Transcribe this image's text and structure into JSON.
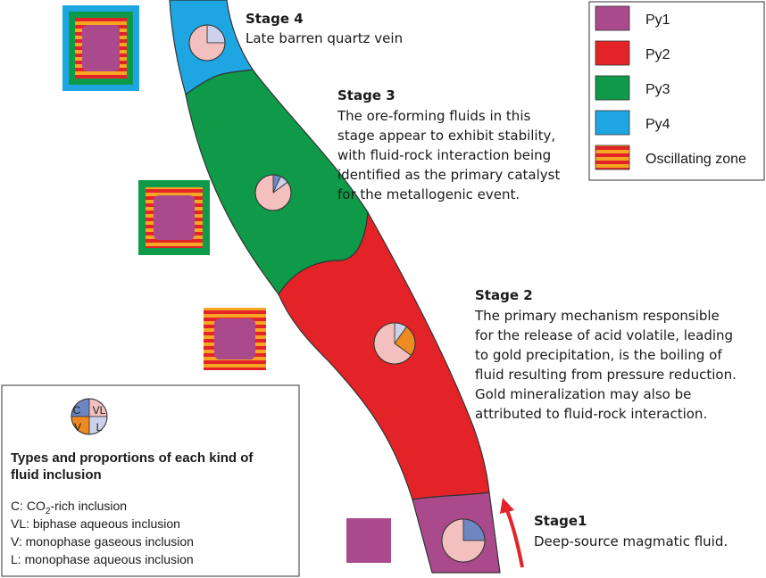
{
  "colors": {
    "py1": "#aa4a8c",
    "py2": "#e42328",
    "py3": "#0e9a48",
    "py4": "#1ea6e2",
    "oscillating_orange": "#f6a623",
    "arrow": "#e42328",
    "pie_c": "#6e86c2",
    "pie_vl": "#f3bfbf",
    "pie_v": "#ee8a22",
    "pie_l": "#cdd2ea"
  },
  "stages": [
    {
      "id": "stage4",
      "title": "Stage 4",
      "lines": [
        "Late barren quartz vein"
      ]
    },
    {
      "id": "stage3",
      "title": "Stage 3",
      "lines": [
        "The ore-forming fluids in this",
        "stage appear to exhibit stability,",
        "with fluid-rock interaction being",
        "identified as the primary catalyst",
        "for the metallogenic event."
      ]
    },
    {
      "id": "stage2",
      "title": "Stage 2",
      "lines": [
        "The primary mechanism responsible",
        "for the release of acid volatile, leading",
        "to gold precipitation, is the boiling of",
        "fluid resulting from pressure reduction.",
        "Gold mineralization may also be",
        "attributed to fluid-rock interaction."
      ]
    },
    {
      "id": "stage1",
      "title": "Stage1",
      "lines": [
        "Deep-source magmatic fluid."
      ]
    }
  ],
  "legend": {
    "items": [
      {
        "name": "py1",
        "label": "Py1",
        "icon": "swatch-py1"
      },
      {
        "name": "py2",
        "label": "Py2",
        "icon": "swatch-py2"
      },
      {
        "name": "py3",
        "label": "Py3",
        "icon": "swatch-py3"
      },
      {
        "name": "py4",
        "label": "Py4",
        "icon": "swatch-py4"
      },
      {
        "name": "oscillating",
        "label": "Oscillating zone",
        "icon": "swatch-oscillating"
      }
    ]
  },
  "key": {
    "pie_letters": {
      "c": "C",
      "vl": "VL",
      "v": "V",
      "l": "L"
    },
    "title_lines": [
      "Types and proportions of each kind of",
      "fluid inclusion"
    ],
    "definitions": [
      {
        "abbr": "C",
        "sep": ": ",
        "formula_pre": "CO",
        "formula_sub": "2",
        "desc": "-rich inclusion"
      },
      {
        "abbr": "VL",
        "sep": ": ",
        "desc": "biphase aqueous inclusion"
      },
      {
        "abbr": "V",
        "sep": ": ",
        "desc": "monophase gaseous inclusion"
      },
      {
        "abbr": "L",
        "sep": ": ",
        "desc": "monophase aqueous inclusion"
      }
    ]
  },
  "pies": {
    "stage4": {
      "vl": 0.75,
      "l": 0.25
    },
    "stage3": {
      "vl": 0.85,
      "l": 0.08,
      "c": 0.07
    },
    "stage2": {
      "vl": 0.65,
      "v": 0.25,
      "l": 0.1
    },
    "stage1": {
      "vl": 0.75,
      "c": 0.25
    }
  }
}
